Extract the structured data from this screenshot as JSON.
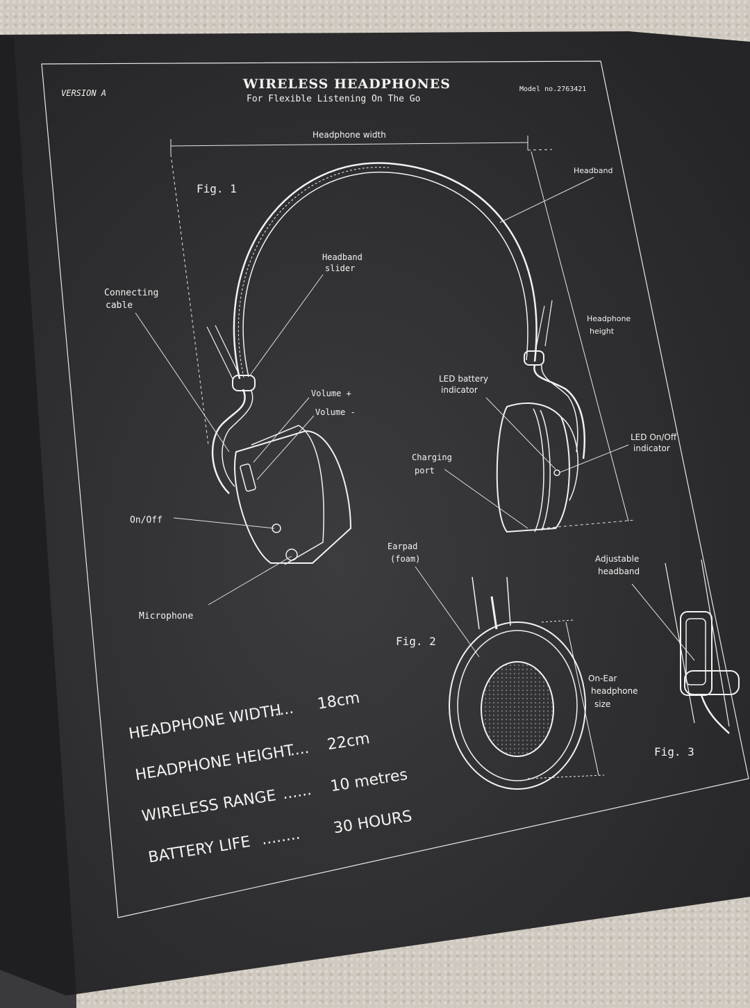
{
  "header": {
    "version": "VERSION A",
    "title": "WIRELESS HEADPHONES",
    "subtitle": "For Flexible Listening On The Go",
    "model": "Model no.2763421"
  },
  "dimensions": {
    "width_label": "Headphone width",
    "height_label": "Headphone height"
  },
  "figures": {
    "fig1": "Fig. 1",
    "fig2": "Fig. 2",
    "fig3": "Fig. 3"
  },
  "labels": {
    "headband": "Headband",
    "headband_slider_1": "Headband",
    "headband_slider_2": "slider",
    "connecting_cable_1": "Connecting",
    "connecting_cable_2": "cable",
    "volume_plus": "Volume +",
    "volume_minus": "Volume -",
    "led_battery_1": "LED battery",
    "led_battery_2": "indicator",
    "led_onoff_1": "LED On/Off",
    "led_onoff_2": "indicator",
    "charging_port_1": "Charging",
    "charging_port_2": "port",
    "on_off": "On/Off",
    "microphone": "Microphone",
    "earpad_1": "Earpad",
    "earpad_2": "(foam)",
    "adjustable_1": "Adjustable",
    "adjustable_2": "headband",
    "onear_1": "On-Ear",
    "onear_2": "headphone",
    "onear_3": "size"
  },
  "specs": [
    {
      "name": "HEADPHONE WIDTH",
      "dots": ".....",
      "value": "18cm"
    },
    {
      "name": "HEADPHONE HEIGHT",
      "dots": "....",
      "value": "22cm"
    },
    {
      "name": "WIRELESS RANGE",
      "dots": "......",
      "value": "10 metres"
    },
    {
      "name": "BATTERY LIFE",
      "dots": "........",
      "value": "30 HOURS"
    }
  ],
  "colors": {
    "board": "#2f2f31",
    "ink": "#f3f3f3",
    "carpet": "#cfc9c0"
  }
}
